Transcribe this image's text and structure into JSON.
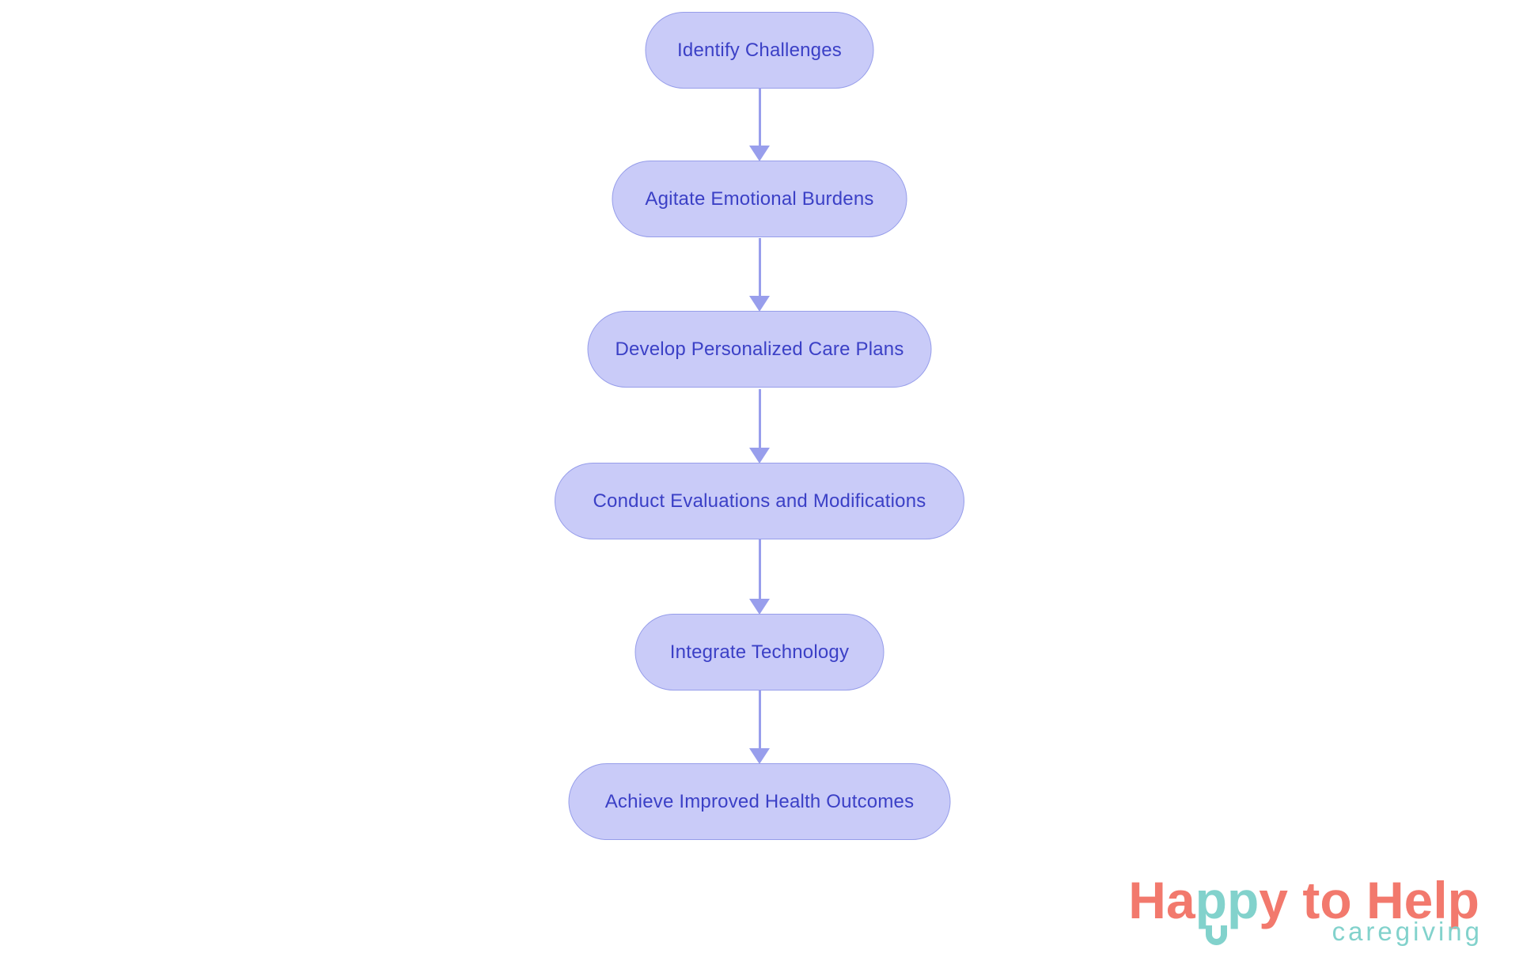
{
  "flowchart": {
    "steps": [
      {
        "label": "Identify Challenges"
      },
      {
        "label": "Agitate Emotional Burdens"
      },
      {
        "label": "Develop Personalized Care Plans"
      },
      {
        "label": "Conduct Evaluations and Modifications"
      },
      {
        "label": "Integrate Technology"
      },
      {
        "label": "Achieve Improved Health Outcomes"
      }
    ],
    "colors": {
      "node_fill": "#C9CBF8",
      "node_border": "#969DEA",
      "node_text": "#3B40C6",
      "arrow": "#989EEC",
      "background": "#FFFFFF"
    }
  },
  "logo": {
    "title_part_1": "Ha",
    "title_part_2": "pp",
    "title_part_3": "y to Help",
    "subtitle": "caregiving",
    "colors": {
      "coral": "#F2796D",
      "teal": "#82D2CC"
    }
  }
}
